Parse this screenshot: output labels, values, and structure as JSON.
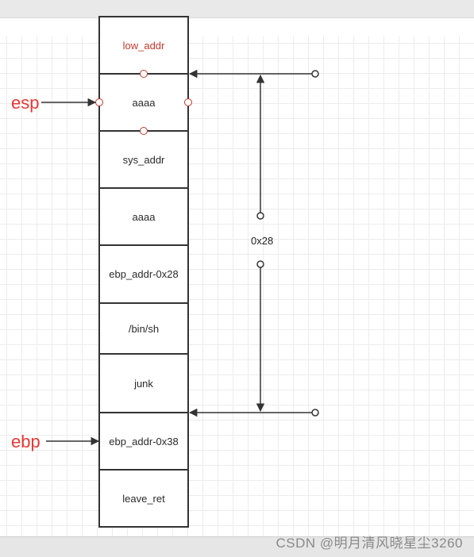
{
  "stack": {
    "cells": [
      {
        "label": "low_addr"
      },
      {
        "label": "aaaa"
      },
      {
        "label": "sys_addr"
      },
      {
        "label": "aaaa"
      },
      {
        "label": "ebp_addr-0x28"
      },
      {
        "label": "/bin/sh"
      },
      {
        "label": "junk"
      },
      {
        "label": "ebp_addr-0x38"
      },
      {
        "label": "leave_ret"
      }
    ]
  },
  "pointers": {
    "esp": "esp",
    "ebp": "ebp"
  },
  "dimension": {
    "label": "0x28"
  },
  "colors": {
    "pointer_text": "#e53935",
    "low_addr_text": "#c0392b",
    "stroke": "#333333",
    "grid": "#ececec"
  },
  "watermark": {
    "text": "CSDN @明月清风晓星尘3260"
  }
}
